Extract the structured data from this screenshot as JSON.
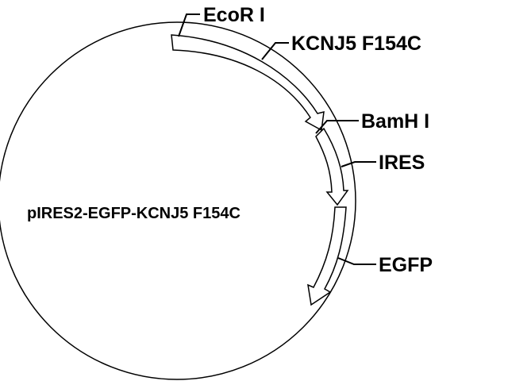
{
  "plasmid": {
    "name": "pIRES2-EGFP-KCNJ5 F154C"
  },
  "sites": {
    "ecori": "EcoR I",
    "bamhi": "BamH I"
  },
  "features": {
    "kcnj5": "KCNJ5 F154C",
    "ires": "IRES",
    "egfp": "EGFP"
  },
  "colors": {
    "line": "#000000",
    "fill": "#ffffff",
    "background": "#ffffff"
  }
}
